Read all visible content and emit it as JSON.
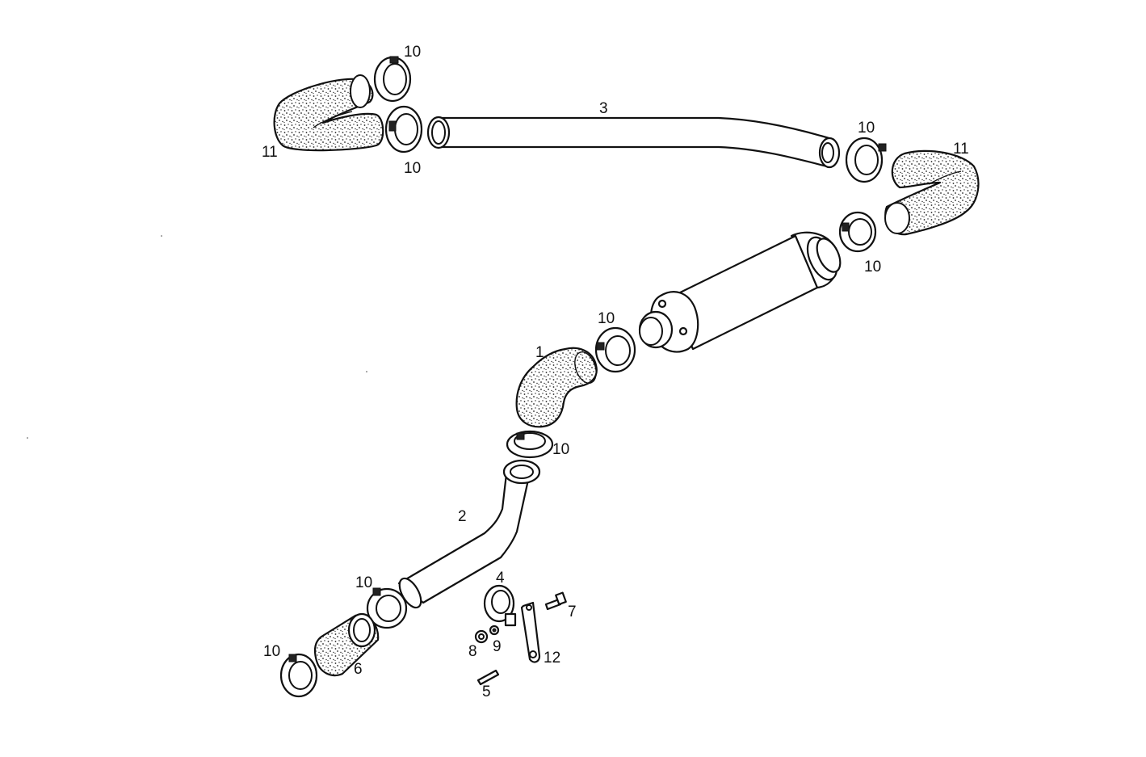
{
  "diagram": {
    "callouts": {
      "c1": "1",
      "c2": "2",
      "c3": "3",
      "c4": "4",
      "c5": "5",
      "c6": "6",
      "c7": "7",
      "c8": "8",
      "c9": "9",
      "c10_a": "10",
      "c10_b": "10",
      "c10_c": "10",
      "c10_d": "10",
      "c10_e": "10",
      "c10_f": "10",
      "c10_g": "10",
      "c10_h": "10",
      "c11_left": "11",
      "c11_right": "11",
      "c12": "12"
    },
    "colors": {
      "ink": "#111111",
      "paper": "#ffffff"
    }
  }
}
